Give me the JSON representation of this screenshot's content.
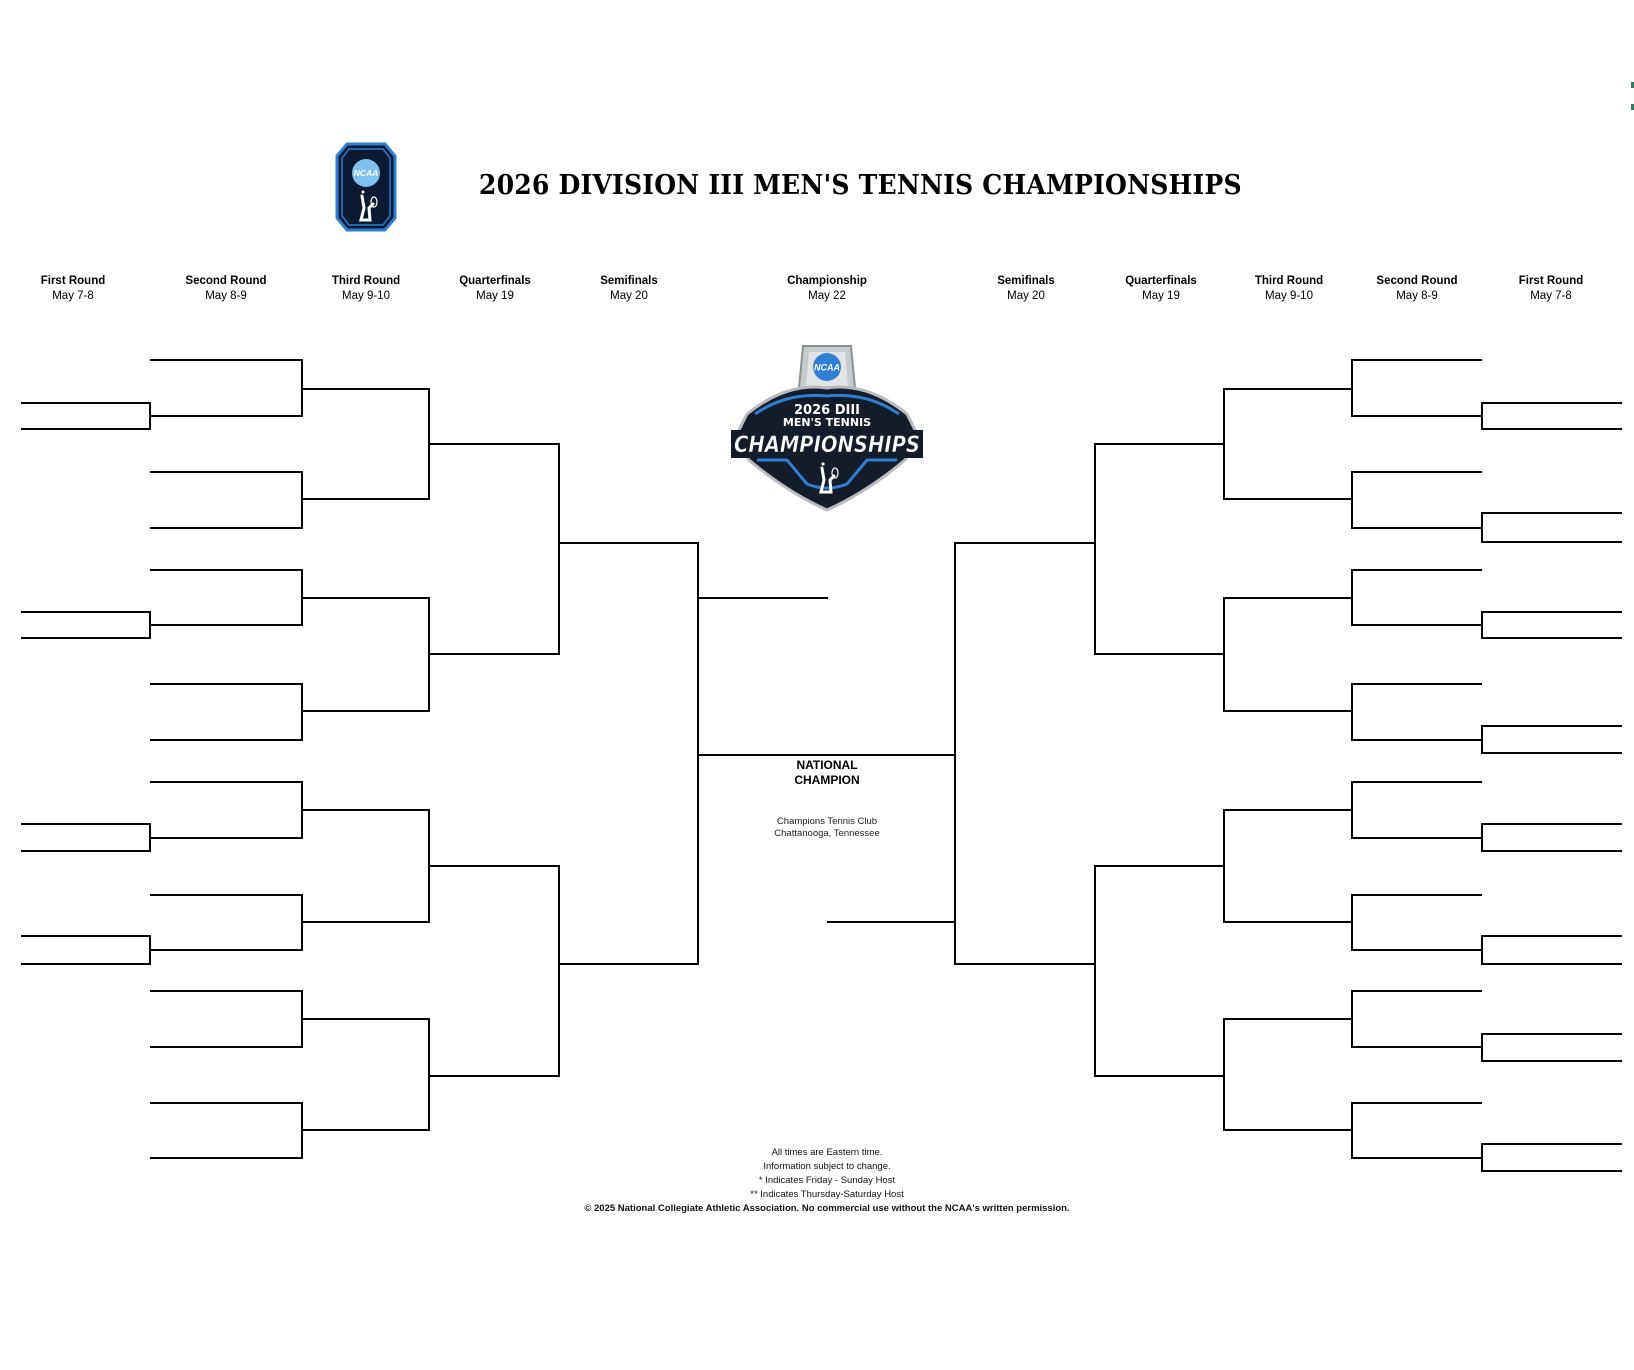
{
  "header": {
    "title": "2026 DIVISION III MEN'S TENNIS CHAMPIONSHIPS",
    "small_logo": {
      "text": "NCAA",
      "icon": "ncaa-tennis-badge-icon",
      "colors": {
        "navy": "#0b1a33",
        "blue": "#2e7dd1",
        "light_blue": "#7fc1ee"
      }
    },
    "center_logo": {
      "line1": "2026 DIII",
      "line2": "MEN'S TENNIS",
      "line3": "CHAMPIONSHIPS",
      "badge": "NCAA",
      "colors": {
        "navy": "#141c2b",
        "blue": "#2f7fd4",
        "silver": "#c8cacc"
      }
    }
  },
  "rounds": [
    {
      "side": "left",
      "name": "First Round",
      "dates": "May 7-8"
    },
    {
      "side": "left",
      "name": "Second Round",
      "dates": "May 8-9"
    },
    {
      "side": "left",
      "name": "Third Round",
      "dates": "May 9-10"
    },
    {
      "side": "left",
      "name": "Quarterfinals",
      "dates": "May 19"
    },
    {
      "side": "left",
      "name": "Semifinals",
      "dates": "May 20"
    },
    {
      "side": "center",
      "name": "Championship",
      "dates": "May 22"
    },
    {
      "side": "right",
      "name": "Semifinals",
      "dates": "May 20"
    },
    {
      "side": "right",
      "name": "Quarterfinals",
      "dates": "May 19"
    },
    {
      "side": "right",
      "name": "Third Round",
      "dates": "May 9-10"
    },
    {
      "side": "right",
      "name": "Second Round",
      "dates": "May 8-9"
    },
    {
      "side": "right",
      "name": "First Round",
      "dates": "May 7-8"
    }
  ],
  "champion": {
    "label_line1": "NATIONAL",
    "label_line2": "CHAMPION",
    "venue": "Champions Tennis Club",
    "location": "Chattanooga, Tennessee"
  },
  "footer": {
    "notes": [
      "All times are Eastern time.",
      "Information subject to change.",
      "* Indicates Friday - Sunday Host",
      "** Indicates Thursday-Saturday Host"
    ],
    "copyright": "© 2025 National Collegiate Athletic Association.  No commercial use without the NCAA's written permission."
  },
  "bracket": {
    "line_color": "#000000",
    "teams_filled": 0,
    "left_first_round_pairs": 4,
    "right_first_round_pairs": 8
  }
}
